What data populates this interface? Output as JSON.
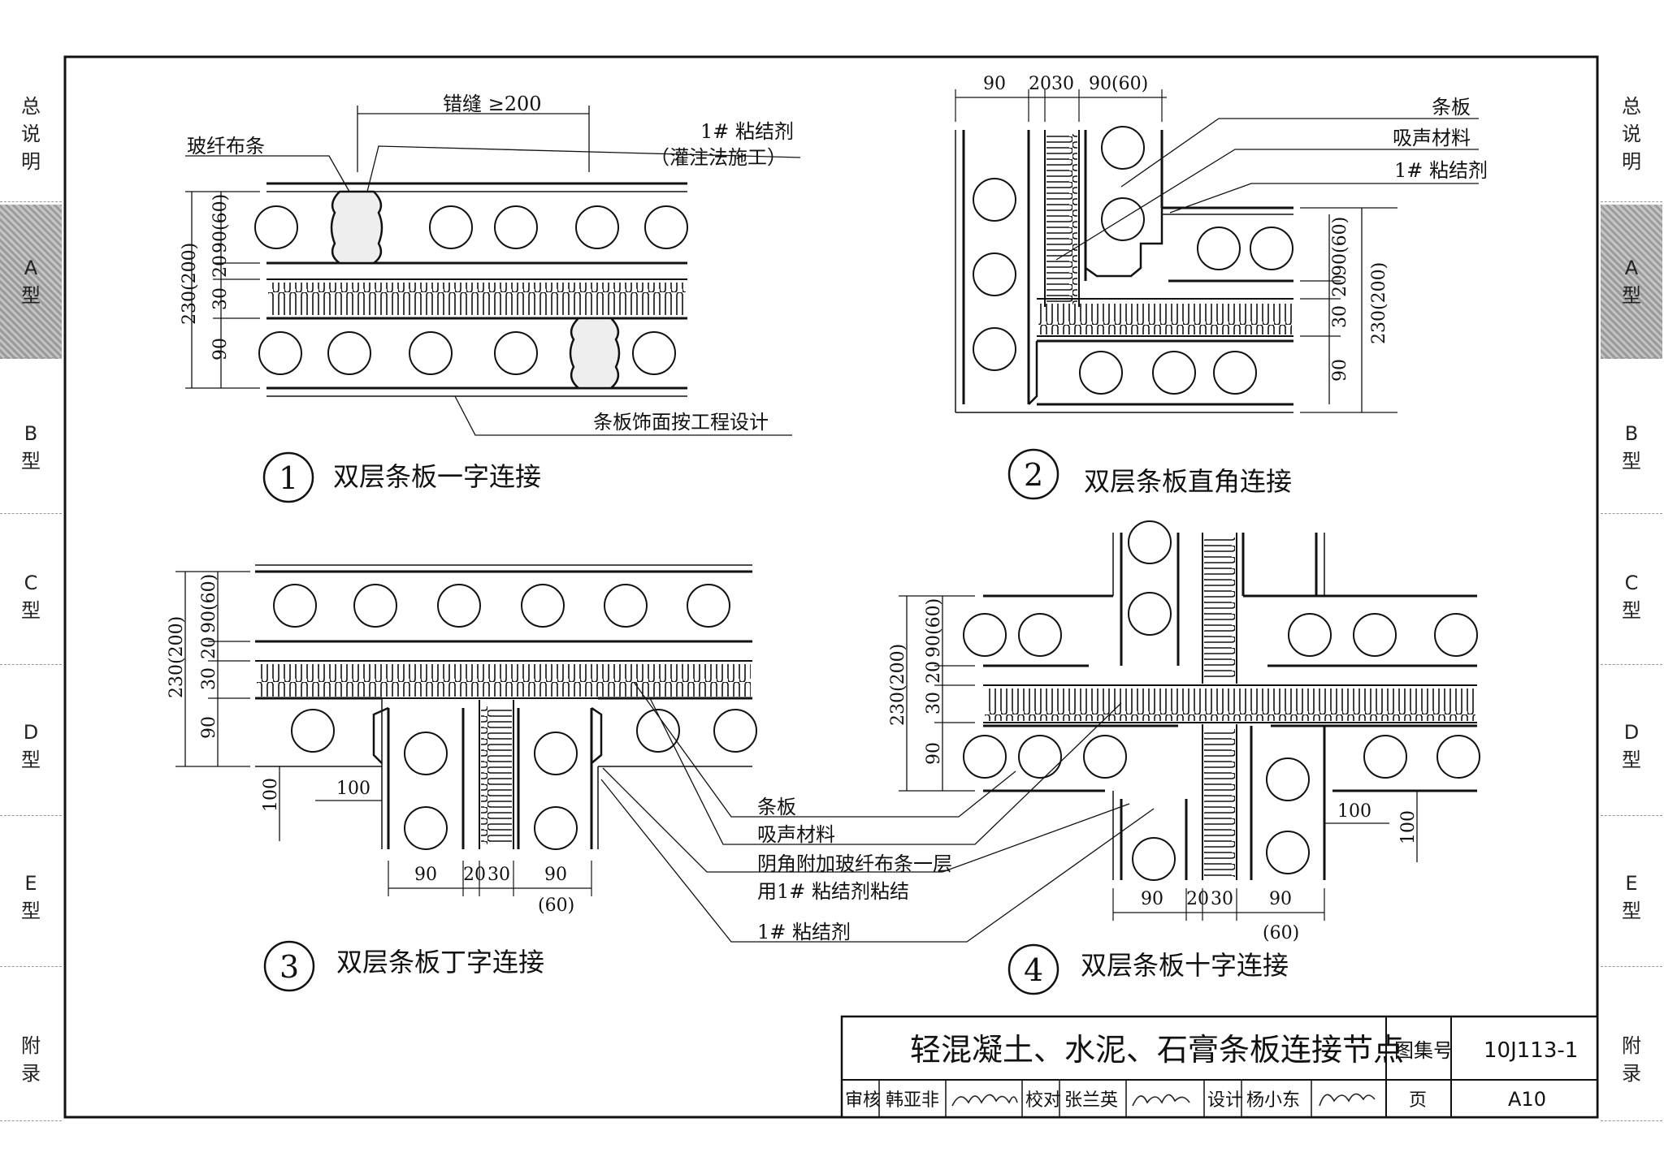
{
  "side_tabs": [
    {
      "id": "total",
      "label": "总说明",
      "active": false
    },
    {
      "id": "a",
      "label": "A型",
      "active": true
    },
    {
      "id": "b",
      "label": "B型",
      "active": false
    },
    {
      "id": "c",
      "label": "C型",
      "active": false
    },
    {
      "id": "d",
      "label": "D型",
      "active": false
    },
    {
      "id": "e",
      "label": "E型",
      "active": false
    },
    {
      "id": "appendix",
      "label": "附录",
      "active": false
    }
  ],
  "details": {
    "d1": {
      "num": "1",
      "title": "双层条板一字连接",
      "gap_label": "错缝 ≥200",
      "fiber_label": "玻纤布条",
      "adhesive_label": "1# 粘结剂",
      "adhesive_note": "（灌注法施工）",
      "finish_label": "条板饰面按工程设计",
      "dim_total": "230(200)",
      "dim_a": "90(60)",
      "dim_b": "20",
      "dim_c": "30",
      "dim_d": "90"
    },
    "d2": {
      "num": "2",
      "title": "双层条板直角连接",
      "panel_label": "条板",
      "sound_label": "吸声材料",
      "adhesive_label": "1# 粘结剂",
      "top_d1": "90",
      "top_d2": "20",
      "top_d3": "30",
      "top_d4": "90(60)",
      "dim_total": "230(200)",
      "dim_a": "90(60)",
      "dim_b": "20",
      "dim_c": "30",
      "dim_d": "90"
    },
    "d3": {
      "num": "3",
      "title": "双层条板丁字连接",
      "dim_total": "230(200)",
      "dim_a": "90(60)",
      "dim_b": "20",
      "dim_c": "30",
      "dim_d": "90",
      "corner_v": "100",
      "corner_h": "100",
      "bot_d1": "90",
      "bot_d2": "20",
      "bot_d3": "30",
      "bot_d4": "90",
      "bot_d5": "(60)"
    },
    "d4": {
      "num": "4",
      "title": "双层条板十字连接",
      "dim_total": "230(200)",
      "dim_a": "90(60)",
      "dim_b": "20",
      "dim_c": "30",
      "dim_d": "90",
      "corner_v": "100",
      "corner_h": "100",
      "bot_d1": "90",
      "bot_d2": "20",
      "bot_d3": "30",
      "bot_d4": "90",
      "bot_d5": "(60)"
    }
  },
  "shared_labels": {
    "panel": "条板",
    "sound": "吸声材料",
    "corner_line1": "阴角附加玻纤布条一层",
    "corner_line2": "用1# 粘结剂粘结",
    "adhesive": "1# 粘结剂"
  },
  "title_block": {
    "title": "轻混凝土、水泥、石膏条板连接节点",
    "atlas_label": "图集号",
    "atlas_no": "10J113-1",
    "review_label": "审核",
    "review_name": "韩亚非",
    "check_label": "校对",
    "check_name": "张兰英",
    "design_label": "设计",
    "design_name": "杨小东",
    "page_label": "页",
    "page_no": "A10"
  }
}
